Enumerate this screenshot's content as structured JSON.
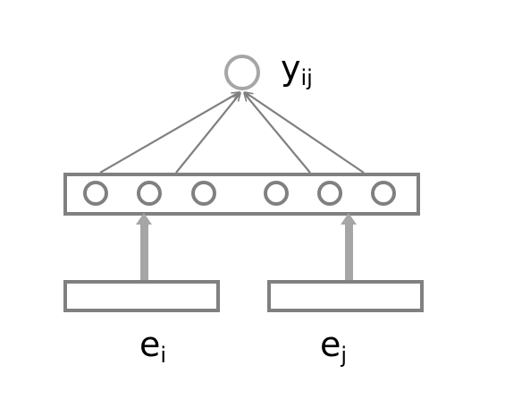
{
  "output_node": {
    "label_base": "y",
    "label_sub": "ij"
  },
  "inputs": [
    {
      "label_base": "e",
      "label_sub": "i"
    },
    {
      "label_base": "e",
      "label_sub": "j"
    }
  ],
  "hidden_layer": {
    "node_count": 6
  },
  "colors": {
    "stroke": "#808080",
    "thick_arrow": "#a6a6a6",
    "output_node": "#a6a6a6",
    "text": "#000000",
    "background": "#ffffff"
  }
}
